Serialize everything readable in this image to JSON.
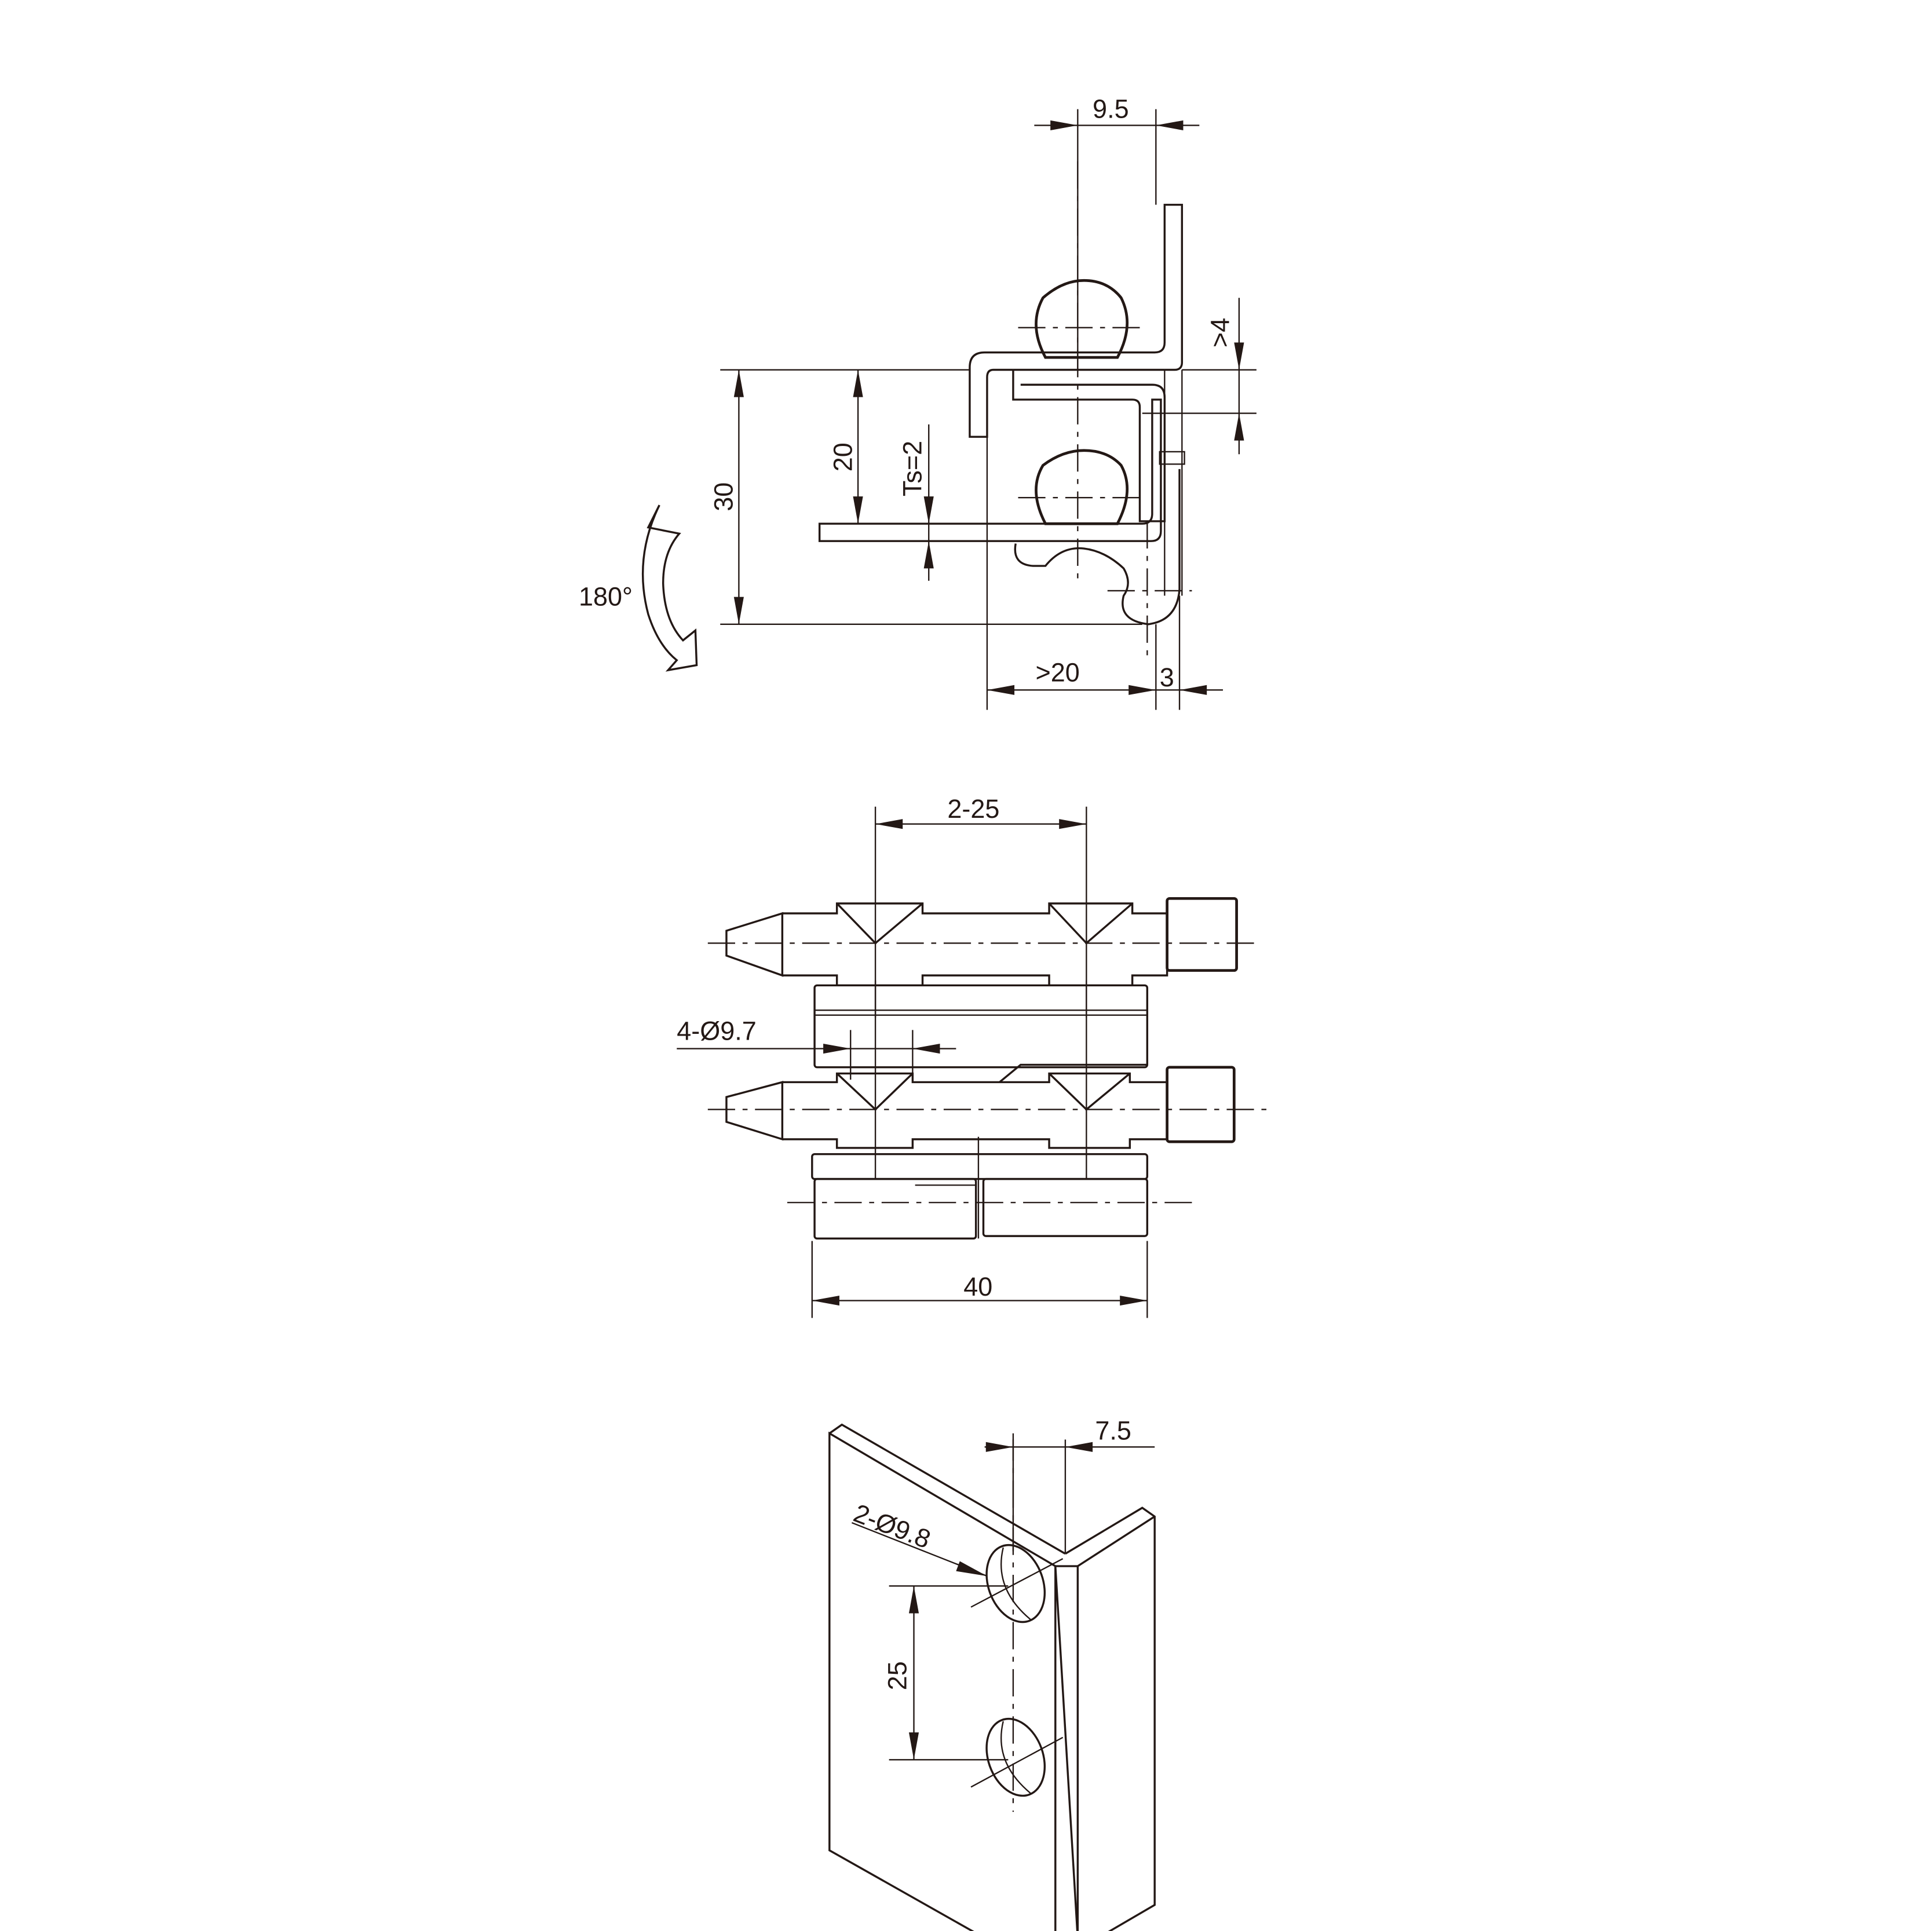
{
  "drawing": {
    "type": "Technical drawing of 180° concealed hinge",
    "colors": {
      "line": "#231815",
      "background": "#ffffff"
    }
  },
  "side_view": {
    "dim_top_width": "9.5",
    "dim_gap": ">4",
    "dim_height_total": "30",
    "dim_height_inner": "20",
    "dim_thickness": "Ts=2",
    "dim_bottom_width": ">20",
    "dim_bottom_offset": "3",
    "rotation_label": "180°"
  },
  "front_view": {
    "dim_pitch": "2-25",
    "dim_pin_diameter": "4-Ø9.7",
    "dim_length": "40"
  },
  "iso_view": {
    "dim_offset": "7.5",
    "dim_hole_diameter": "2-Ø9.8",
    "dim_hole_spacing": "25"
  }
}
